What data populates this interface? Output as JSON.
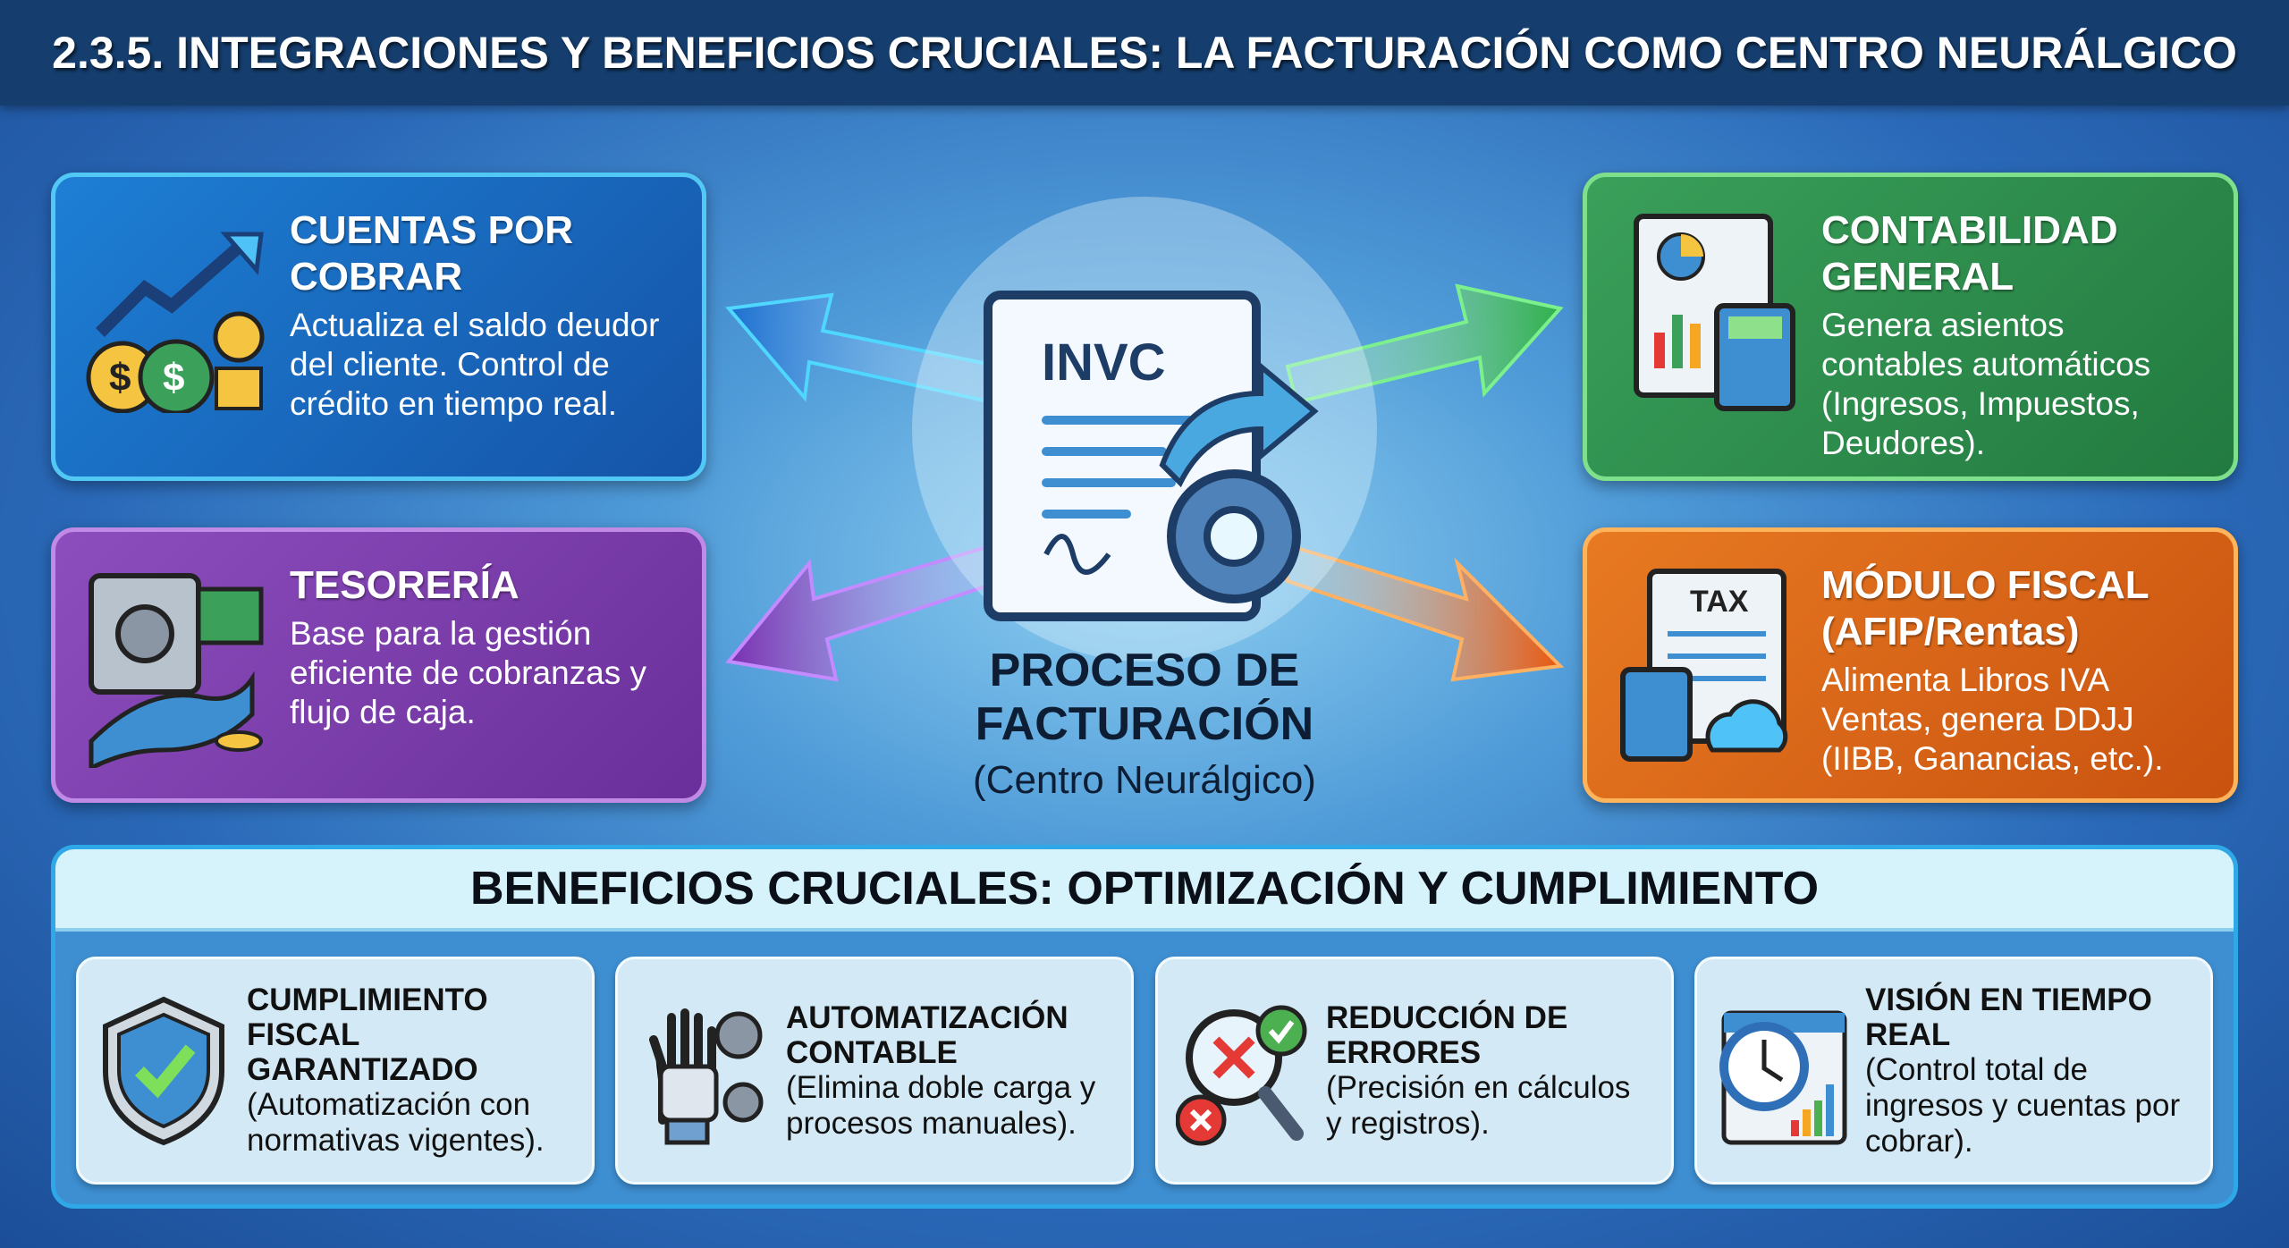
{
  "header": {
    "title": "2.3.5. INTEGRACIONES Y BENEFICIOS CRUCIALES: LA FACTURACIÓN COMO CENTRO NEURÁLGICO"
  },
  "center": {
    "icon_label": "INVC",
    "title_line1": "PROCESO DE",
    "title_line2": "FACTURACIÓN",
    "subtitle": "(Centro Neurálgico)"
  },
  "modules": [
    {
      "title": "CUENTAS POR COBRAR",
      "text": "Actualiza el saldo deudor del cliente. Control de crédito en tiempo real.",
      "icon": "money-bags-growth-icon",
      "color": "#1d7fd4"
    },
    {
      "title": "TESORERÍA",
      "text": "Base para la gestión eficiente de cobranzas y flujo de caja.",
      "icon": "safe-cashflow-icon",
      "color": "#8d4ebd"
    },
    {
      "title": "CONTABILIDAD GENERAL",
      "text": "Genera asientos contables automáticos (Ingresos, Impuestos, Deudores).",
      "icon": "ledger-calculator-icon",
      "color": "#3aa05a"
    },
    {
      "title": "MÓDULO FISCAL (AFIP/Rentas)",
      "text": "Alimenta Libros IVA Ventas, genera DDJJ (IIBB, Ganancias, etc.).",
      "icon": "tax-document-icon",
      "icon_label": "TAX",
      "color": "#e87a22"
    }
  ],
  "benefits": {
    "title": "BENEFICIOS CRUCIALES: OPTIMIZACIÓN Y CUMPLIMIENTO",
    "items": [
      {
        "title": "CUMPLIMIENTO FISCAL GARANTIZADO",
        "text": "(Automatización con normativas vigentes).",
        "icon": "shield-check-icon"
      },
      {
        "title": "AUTOMATIZACIÓN CONTABLE",
        "text": "(Elimina doble carga y procesos manuales).",
        "icon": "robot-hand-gears-icon"
      },
      {
        "title": "REDUCCIÓN DE ERRORES",
        "text": "(Precisión en cálculos y registros).",
        "icon": "magnifier-errors-icon"
      },
      {
        "title": "VISIÓN EN TIEMPO REAL",
        "text": "(Control total de ingresos y cuentas por cobrar).",
        "icon": "clock-dashboard-icon"
      }
    ]
  }
}
